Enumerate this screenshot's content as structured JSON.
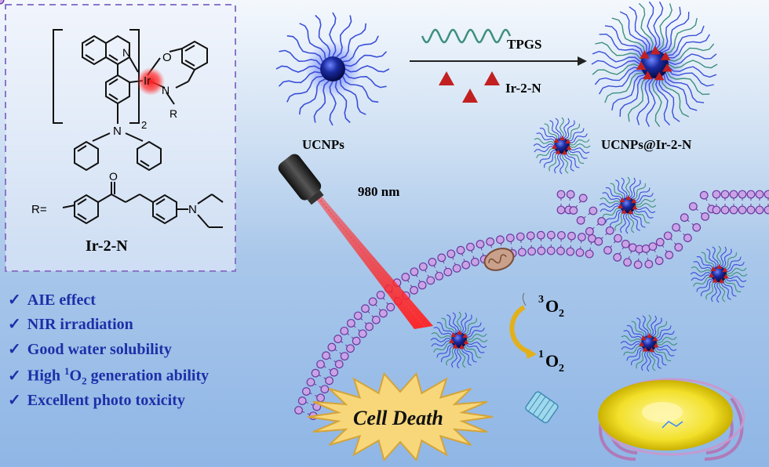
{
  "structure": {
    "ligand_r_label": "R=",
    "subscript_2": "2",
    "n_label": "N",
    "r_label": "R",
    "ir_label": "Ir",
    "o_label": "O",
    "o_ketone_label": "O",
    "compound_name": "Ir-2-N"
  },
  "synthesis": {
    "ucnp_label": "UCNPs",
    "tpgs_label": "TPGS",
    "ir_label": "Ir-2-N",
    "product_label": "UCNPs@Ir-2-N"
  },
  "laser": {
    "wavelength_label": "980 nm"
  },
  "reaction": {
    "triplet_sup": "3",
    "triplet_main": "O",
    "triplet_sub": "2",
    "singlet_sup": "1",
    "singlet_main": "O",
    "singlet_sub": "2"
  },
  "outcome": {
    "cell_death_label": "Cell Death"
  },
  "features": {
    "aie": "AIE effect",
    "nir": "NIR irradiation",
    "water": "Good water solubility",
    "high_pre": "High ",
    "high_sup": "1",
    "high_o": "O",
    "high_sub": "2",
    "high_post": " generation ability",
    "toxicity": "Excellent photo toxicity",
    "check_glyph": "✓"
  },
  "colors": {
    "feature_text": "#1d2fa8",
    "membrane_head": "#c9a3e6",
    "membrane_stroke": "#6b3aa0",
    "nanoparticle_core": "#1a2a9e",
    "ligand_blue": "#3a4fd8",
    "tpgs_green": "#3e8f7e",
    "triangle_red": "#c22020",
    "laser_red": "#e8202a",
    "starburst_fill": "#f7d77a",
    "arrow_yellow": "#e3b019"
  }
}
